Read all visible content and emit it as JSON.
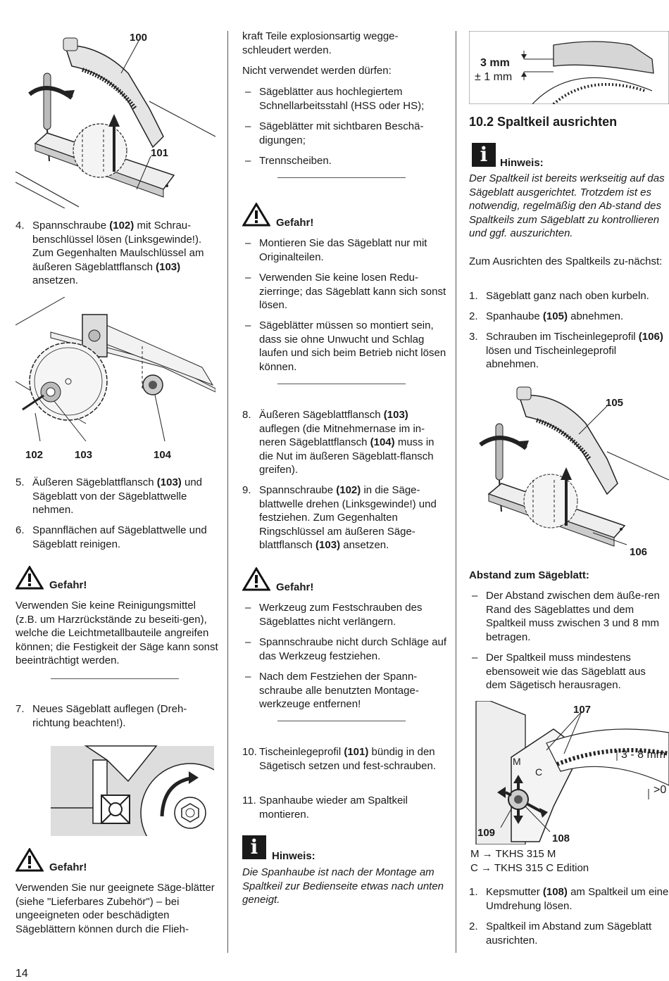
{
  "page_number": "14",
  "col1": {
    "fig1_labels": {
      "a": "100",
      "b": "101"
    },
    "step4_num": "4.",
    "step4_a": "Spannschraube ",
    "step4_b": "(102)",
    "step4_c": " mit Schrau-benschlüssel lösen (Linksgewinde!). Zum Gegenhalten Maulschlüssel am äußeren Sägeblattflansch ",
    "step4_d": "(103)",
    "step4_e": " ansetzen.",
    "fig2_labels": {
      "a": "102",
      "b": "103",
      "c": "104"
    },
    "step5_num": "5.",
    "step5_a": "Äußeren Sägeblattflansch ",
    "step5_b": "(103)",
    "step5_c": " und Sägeblatt von der Sägeblattwelle nehmen.",
    "step6_num": "6.",
    "step6": "Spannflächen auf Sägeblattwelle und Sägeblatt reinigen.",
    "danger1_title": "Gefahr!",
    "danger1_text": "Verwenden Sie keine Reinigungsmittel (z.B. um Harzrückstände zu beseiti-gen), welche die Leichtmetallbauteile angreifen können; die Festigkeit der Säge kann sonst beeinträchtigt werden.",
    "step7_num": "7.",
    "step7": "Neues Sägeblatt auflegen (Dreh-richtung beachten!).",
    "danger2_title": "Gefahr!",
    "danger2_text": "Verwenden Sie nur geeignete Säge-blätter (siehe \"Lieferbares Zubehör\") – bei ungeeigneten oder beschädigten Sägeblättern können durch die Flieh-"
  },
  "col2": {
    "cont_text": "kraft Teile explosionsartig wegge-schleudert werden.",
    "notused": "Nicht verwendet werden dürfen:",
    "dash1": "Sägeblätter aus hochlegiertem Schnellarbeitsstahl (HSS oder HS);",
    "dash2": "Sägeblätter mit sichtbaren Beschä-digungen;",
    "dash3": "Trennscheiben.",
    "danger3_title": "Gefahr!",
    "d3_1": "Montieren Sie das Sägeblatt nur mit Originalteilen.",
    "d3_2": "Verwenden Sie keine losen Redu-zierringe; das Sägeblatt kann sich sonst lösen.",
    "d3_3": "Sägeblätter müssen so montiert sein, dass sie ohne Unwucht und Schlag laufen und sich beim Betrieb nicht lösen können.",
    "step8_num": "8.",
    "step8_a": "Äußeren Sägeblattflansch ",
    "step8_b": "(103)",
    "step8_c": " auflegen (die Mitnehmernase im in-neren Sägeblattflansch ",
    "step8_d": "(104)",
    "step8_e": " muss in die Nut im äußeren Sägeblatt-flansch greifen).",
    "step9_num": "9.",
    "step9_a": "Spannschraube ",
    "step9_b": "(102)",
    "step9_c": " in die Säge-blattwelle drehen (Linksgewinde!) und festziehen. Zum Gegenhalten Ringschlüssel am äußeren Säge-blattflansch ",
    "step9_d": "(103)",
    "step9_e": " ansetzen.",
    "danger4_title": "Gefahr!",
    "d4_1": "Werkzeug zum Festschrauben des Sägeblattes nicht verlängern.",
    "d4_2": "Spannschraube nicht durch Schläge auf das Werkzeug festziehen.",
    "d4_3": "Nach dem Festziehen der Spann-schraube alle benutzten Montage-werkzeuge entfernen!",
    "step10_num": "10.",
    "step10_a": "Tischeinlegeprofil ",
    "step10_b": "(101)",
    "step10_c": " bündig in den Sägetisch setzen und fest-schrauben.",
    "step11_num": "11.",
    "step11": "Spanhaube wieder am Spaltkeil montieren.",
    "note1_title": "Hinweis:",
    "note1_text": "Die Spanhaube ist nach der Montage am Spaltkeil zur Bedienseite etwas nach unten geneigt."
  },
  "col3": {
    "fig_top_labels": {
      "a": "3 mm",
      "b": "± 1 mm"
    },
    "section_title": "10.2  Spaltkeil ausrichten",
    "note2_title": "Hinweis:",
    "note2_text": "Der Spaltkeil ist bereits werkseitig auf das Sägeblatt ausgerichtet. Trotzdem ist es notwendig, regelmäßig den Ab-stand des Spaltkeils zum Sägeblatt zu kontrollieren und ggf. auszurichten.",
    "intro": "Zum Ausrichten des Spaltkeils zu-nächst:",
    "s1_num": "1.",
    "s1": "Sägeblatt ganz nach oben kurbeln.",
    "s2_num": "2.",
    "s2_a": "Spanhaube ",
    "s2_b": "(105)",
    "s2_c": " abnehmen.",
    "s3_num": "3.",
    "s3_a": "Schrauben im Tischeinlegeprofil ",
    "s3_b": "(106)",
    "s3_c": " lösen und Tischeinlegeprofil abnehmen.",
    "fig_mid_labels": {
      "a": "105",
      "b": "106"
    },
    "dist_title": "Abstand zum Sägeblatt:",
    "dist1": "Der Abstand zwischen dem äuße-ren Rand des Sägeblattes und dem Spaltkeil muss zwischen 3 und 8 mm betragen.",
    "dist2": "Der Spaltkeil muss mindestens ebensoweit wie das Sägeblatt aus dem Sägetisch herausragen.",
    "fig_bot_labels": {
      "a": "107",
      "b": "3 - 8 mm",
      "c": ">0",
      "d": "109",
      "e": "108",
      "m": "M",
      "c2": "C"
    },
    "legend_m": "M → TKHS 315 M",
    "legend_c": "C → TKHS 315 C Edition",
    "k1_num": "1.",
    "k1_a": "Kepsmutter ",
    "k1_b": "(108)",
    "k1_c": " am Spaltkeil um eine Umdrehung lösen.",
    "k2_num": "2.",
    "k2": "Spaltkeil im Abstand zum Sägeblatt ausrichten."
  }
}
